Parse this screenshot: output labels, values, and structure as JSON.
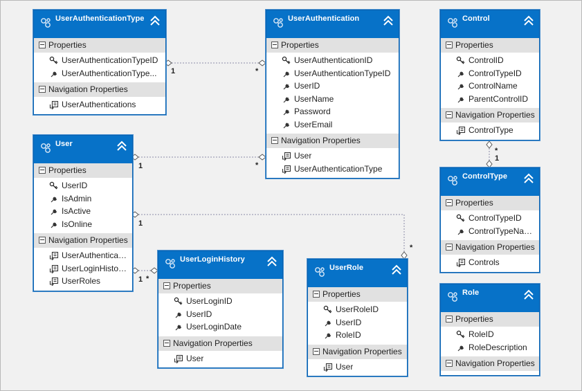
{
  "diagram": {
    "entities": [
      {
        "id": "user-authentication-type",
        "title": "UserAuthenticationType",
        "properties_label": "Properties",
        "properties": [
          {
            "name": "UserAuthenticationTypeID",
            "kind": "key"
          },
          {
            "name": "UserAuthenticationType...",
            "kind": "prop"
          }
        ],
        "nav_label": "Navigation Properties",
        "nav": [
          "UserAuthentications"
        ]
      },
      {
        "id": "user-authentication",
        "title": "UserAuthentication",
        "properties_label": "Properties",
        "properties": [
          {
            "name": "UserAuthenticationID",
            "kind": "key"
          },
          {
            "name": "UserAuthenticationTypeID",
            "kind": "prop"
          },
          {
            "name": "UserID",
            "kind": "prop"
          },
          {
            "name": "UserName",
            "kind": "prop"
          },
          {
            "name": "Password",
            "kind": "prop"
          },
          {
            "name": "UserEmail",
            "kind": "prop"
          }
        ],
        "nav_label": "Navigation Properties",
        "nav": [
          "User",
          "UserAuthenticationType"
        ]
      },
      {
        "id": "control",
        "title": "Control",
        "properties_label": "Properties",
        "properties": [
          {
            "name": "ControlID",
            "kind": "key"
          },
          {
            "name": "ControlTypeID",
            "kind": "prop"
          },
          {
            "name": "ControlName",
            "kind": "prop"
          },
          {
            "name": "ParentControlID",
            "kind": "prop"
          }
        ],
        "nav_label": "Navigation Properties",
        "nav": [
          "ControlType"
        ]
      },
      {
        "id": "user",
        "title": "User",
        "properties_label": "Properties",
        "properties": [
          {
            "name": "UserID",
            "kind": "key"
          },
          {
            "name": "IsAdmin",
            "kind": "prop"
          },
          {
            "name": "IsActive",
            "kind": "prop"
          },
          {
            "name": "IsOnline",
            "kind": "prop"
          }
        ],
        "nav_label": "Navigation Properties",
        "nav": [
          "UserAuthenticati...",
          "UserLoginHistori...",
          "UserRoles"
        ]
      },
      {
        "id": "control-type",
        "title": "ControlType",
        "properties_label": "Properties",
        "properties": [
          {
            "name": "ControlTypeID",
            "kind": "key"
          },
          {
            "name": "ControlTypeName",
            "kind": "prop"
          }
        ],
        "nav_label": "Navigation Properties",
        "nav": [
          "Controls"
        ]
      },
      {
        "id": "user-login-history",
        "title": "UserLoginHistory",
        "properties_label": "Properties",
        "properties": [
          {
            "name": "UserLoginID",
            "kind": "key"
          },
          {
            "name": "UserID",
            "kind": "prop"
          },
          {
            "name": "UserLoginDate",
            "kind": "prop"
          }
        ],
        "nav_label": "Navigation Properties",
        "nav": [
          "User"
        ]
      },
      {
        "id": "user-role",
        "title": "UserRole",
        "properties_label": "Properties",
        "properties": [
          {
            "name": "UserRoleID",
            "kind": "key"
          },
          {
            "name": "UserID",
            "kind": "prop"
          },
          {
            "name": "RoleID",
            "kind": "prop"
          }
        ],
        "nav_label": "Navigation Properties",
        "nav": [
          "User"
        ]
      },
      {
        "id": "role",
        "title": "Role",
        "properties_label": "Properties",
        "properties": [
          {
            "name": "RoleID",
            "kind": "key"
          },
          {
            "name": "RoleDescription",
            "kind": "prop"
          }
        ],
        "nav_label": "Navigation Properties",
        "nav": []
      }
    ],
    "associations": [
      {
        "from": "user-authentication-type",
        "to": "user-authentication",
        "from_mult": "1",
        "to_mult": "*"
      },
      {
        "from": "user",
        "to": "user-authentication",
        "from_mult": "1",
        "to_mult": "*"
      },
      {
        "from": "control",
        "to": "control-type",
        "from_mult": "*",
        "to_mult": "1"
      },
      {
        "from": "user",
        "to": "user-role",
        "from_mult": "1",
        "to_mult": "*"
      },
      {
        "from": "user",
        "to": "user-login-history",
        "from_mult": "1",
        "to_mult": "*"
      }
    ]
  },
  "icons": {
    "entity": "entity-icon",
    "collapse": "collapse-chevrons-icon",
    "key": "key-property-icon",
    "property": "wrench-property-icon",
    "navigation": "navigation-property-icon"
  },
  "colors": {
    "header": "#0772c8",
    "section": "#e1e1e1",
    "connector": "#8a8aa8"
  }
}
